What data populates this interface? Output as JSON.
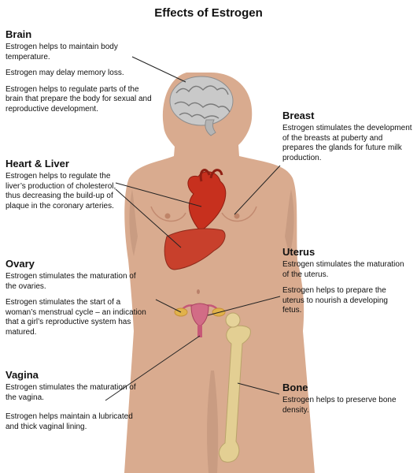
{
  "title": "Effects of Estrogen",
  "sections": {
    "brain": {
      "heading": "Brain",
      "texts": [
        "Estrogen helps to maintain body temperature.",
        "Estrogen may delay memory loss.",
        "Estrogen helps to regulate parts of the brain that prepare the body for sexual and reproductive development."
      ]
    },
    "heart_liver": {
      "heading": "Heart & Liver",
      "texts": [
        "Estrogen helps to regulate the liver’s production of cholesterol, thus decreasing the build-up of plaque in the coronary arteries."
      ]
    },
    "ovary": {
      "heading": "Ovary",
      "texts": [
        "Estrogen stimulates the maturation of the ovaries.",
        "Estrogen stimulates the start of a woman’s menstrual cycle – an indication that a girl’s reproductive system has matured."
      ]
    },
    "vagina": {
      "heading": "Vagina",
      "texts": [
        "Estrogen stimulates the maturation of the vagina.",
        "Estrogen helps maintain a lubricated and thick vaginal lining."
      ]
    },
    "breast": {
      "heading": "Breast",
      "texts": [
        "Estrogen stimulates the development of the breasts at puberty and prepares the glands for future milk production."
      ]
    },
    "uterus": {
      "heading": "Uterus",
      "texts": [
        "Estrogen stimulates the maturation of the uterus.",
        "Estrogen helps to prepare the uterus to nourish a developing fetus."
      ]
    },
    "bone": {
      "heading": "Bone",
      "texts": [
        "Estrogen helps to preserve bone density."
      ]
    }
  },
  "colors": {
    "skin": "#d9ab8f",
    "skin_shadow": "#c69379",
    "brain": "#c9c9c9",
    "heart": "#c7301e",
    "liver": "#c8402c",
    "bone": "#e3cf93",
    "uterus": "#d26c86",
    "leader_line": "#222222"
  },
  "icons": [
    "brain-illustration",
    "heart-illustration",
    "liver-illustration",
    "uterus-ovaries-illustration",
    "femur-bone-illustration"
  ]
}
